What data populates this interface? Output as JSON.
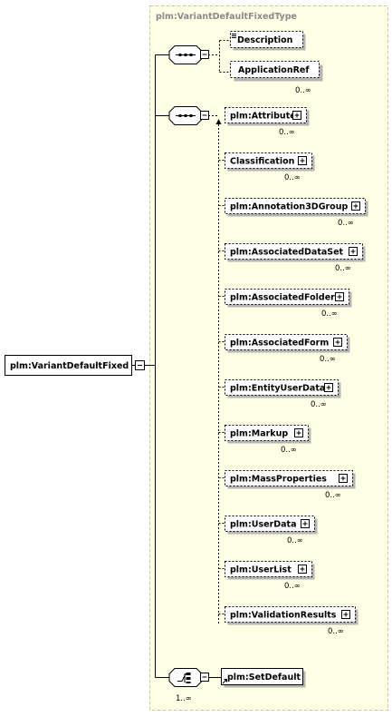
{
  "type_label": "plm:VariantDefaultFixedType",
  "root_element": "plm:VariantDefaultFixed",
  "top_sequence": {
    "items": [
      {
        "label": "Description",
        "cardinality": "",
        "has_doc_icon": true
      },
      {
        "label": "ApplicationRef",
        "cardinality": "0..∞",
        "has_doc_icon": false
      }
    ]
  },
  "choice_group": {
    "items": [
      {
        "label": "plm:Attribute",
        "cardinality": "0..∞"
      },
      {
        "label": "Classification",
        "cardinality": "0..∞"
      },
      {
        "label": "plm:Annotation3DGroup",
        "cardinality": "0..∞"
      },
      {
        "label": "plm:AssociatedDataSet",
        "cardinality": "0..∞"
      },
      {
        "label": "plm:AssociatedFolder",
        "cardinality": "0..∞"
      },
      {
        "label": "plm:AssociatedForm",
        "cardinality": "0..∞"
      },
      {
        "label": "plm:EntityUserData",
        "cardinality": "0..∞"
      },
      {
        "label": "plm:Markup",
        "cardinality": "0..∞"
      },
      {
        "label": "plm:MassProperties",
        "cardinality": "0..∞"
      },
      {
        "label": "plm:UserData",
        "cardinality": "0..∞"
      },
      {
        "label": "plm:UserList",
        "cardinality": "0..∞"
      },
      {
        "label": "plm:ValidationResults",
        "cardinality": "0..∞"
      }
    ]
  },
  "bottom_group": {
    "cardinality": "1..∞",
    "item": {
      "label": "plm:SetDefault"
    }
  },
  "colors": {
    "type_fill": "#ffffe6",
    "type_border": "#c8c89a",
    "box_fill": "#ffffff",
    "line": "#000000"
  }
}
